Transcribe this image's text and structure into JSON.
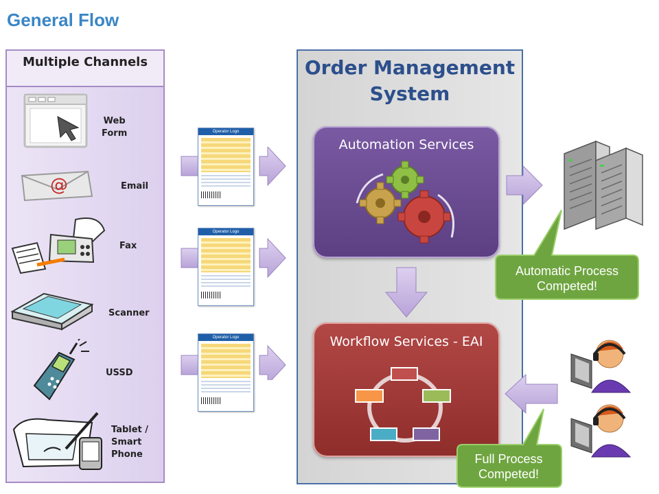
{
  "page": {
    "title": "General Flow"
  },
  "channels": {
    "title": "Multiple Channels",
    "items": [
      {
        "label": "Web\nForm",
        "icon": "web-form-icon"
      },
      {
        "label": "Email",
        "icon": "email-icon"
      },
      {
        "label": "Fax",
        "icon": "fax-icon"
      },
      {
        "label": "Scanner",
        "icon": "scanner-icon"
      },
      {
        "label": "USSD",
        "icon": "mobile-phone-icon"
      },
      {
        "label": "Tablet /\nSmart\nPhone",
        "icon": "tablet-icon"
      }
    ]
  },
  "forms": {
    "header_text": "Operator Logo"
  },
  "oms": {
    "title": "Order Management System",
    "automation": {
      "title": "Automation Services"
    },
    "workflow": {
      "title": "Workflow Services - EAI"
    }
  },
  "bubbles": {
    "automatic": "Automatic Process Competed!",
    "full": "Full Process Competed!"
  },
  "colors": {
    "title": "#3a86c6",
    "channels_panel": "#dcd0ee",
    "oms_title": "#2c4f8c",
    "automation_box": "#5c3f82",
    "workflow_box": "#8e2d2b",
    "bubble": "#6fa540",
    "arrow": "#c9b6e3",
    "workflow_steps": [
      "#c0504d",
      "#9bbb59",
      "#8064a2",
      "#4bacc6",
      "#f79646"
    ]
  }
}
